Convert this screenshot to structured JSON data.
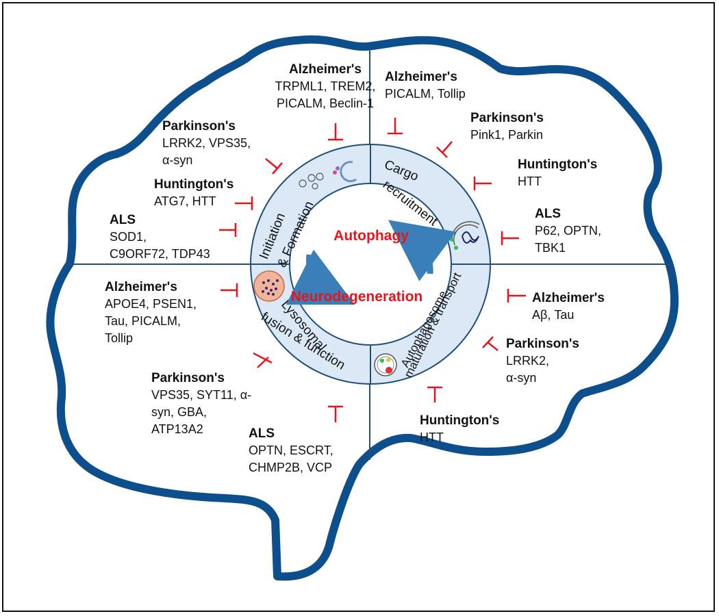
{
  "colors": {
    "brain_outline": "#0d4f8c",
    "divider": "#1f4e79",
    "ring_fill": "#dbe9f7",
    "ring_stroke": "#1f4e79",
    "inhibitor": "#e8141b",
    "center_text": "#e8141b",
    "arrow": "#3b7fb8"
  },
  "center": {
    "autophagy": "Autophagy",
    "neurodegeneration": "Neurodegeneration"
  },
  "segments": {
    "initiation_line1": "Initiation",
    "initiation_line2": "& Formation",
    "cargo_line1": "Cargo",
    "cargo_line2": "recruitment",
    "maturation_line1": "Autophagosome",
    "maturation_line2": "maturation & transport",
    "lysosomal_line1": "Lysosomal",
    "lysosomal_line2": "fusion & function"
  },
  "groups": {
    "top_alz": {
      "title": "Alzheimer's",
      "lines": [
        "TRPML1, TREM2,",
        "PICALM, Beclin-1"
      ]
    },
    "left_park": {
      "title": "Parkinson's",
      "lines": [
        "LRRK2, VPS35,",
        "α-syn"
      ]
    },
    "left_hunt": {
      "title": "Huntington's",
      "lines": [
        "ATG7, HTT"
      ]
    },
    "left_als": {
      "title": "ALS",
      "lines": [
        "SOD1,",
        "C9ORF72, TDP43"
      ]
    },
    "topright_alz": {
      "title": "Alzheimer's",
      "lines": [
        "PICALM, Tollip"
      ]
    },
    "right_park": {
      "title": "Parkinson's",
      "lines": [
        "Pink1, Parkin"
      ]
    },
    "right_hunt": {
      "title": "Huntington's",
      "lines": [
        "HTT"
      ]
    },
    "right_als": {
      "title": "ALS",
      "lines": [
        "P62, OPTN,",
        "TBK1"
      ]
    },
    "lowleft_alz": {
      "title": "Alzheimer's",
      "lines": [
        "APOE4, PSEN1,",
        "Tau, PICALM,",
        "Tollip"
      ]
    },
    "lowleft_park": {
      "title": "Parkinson's",
      "lines": [
        "VPS35, SYT11, α-",
        "syn, GBA,",
        "ATP13A2"
      ]
    },
    "bottom_als": {
      "title": "ALS",
      "lines": [
        "OPTN, ESCRT,",
        "CHMP2B, VCP"
      ]
    },
    "lowright_alz": {
      "title": "Alzheimer's",
      "lines": [
        "Aβ, Tau"
      ]
    },
    "lowright_park": {
      "title": "Parkinson's",
      "lines": [
        "LRRK2,",
        "α-syn"
      ]
    },
    "lowright_hunt": {
      "title": "Huntington's",
      "lines": [
        "HTT"
      ]
    }
  }
}
